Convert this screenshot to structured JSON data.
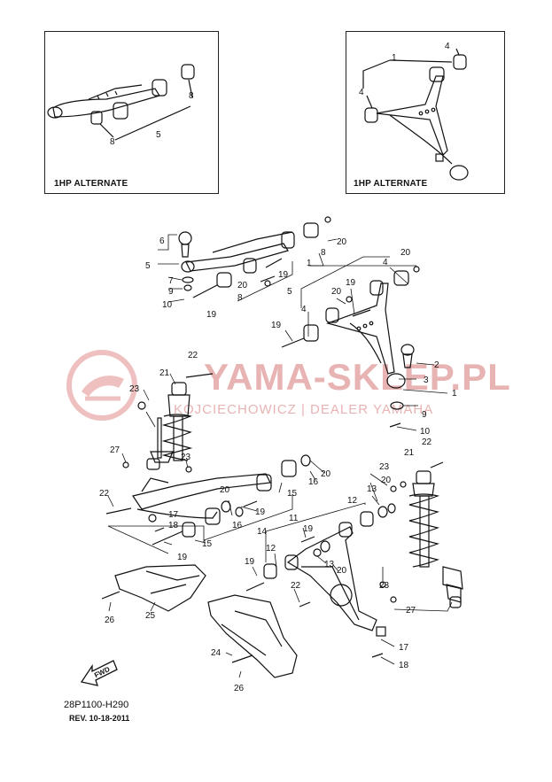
{
  "insets": [
    {
      "label": "1HP ALTERNATE",
      "callouts": [
        "8",
        "8",
        "5"
      ]
    },
    {
      "label": "1HP ALTERNATE",
      "callouts": [
        "1",
        "4",
        "4"
      ]
    }
  ],
  "callouts": {
    "n1": "1",
    "n2": "2",
    "n3": "3",
    "n4": "4",
    "n5": "5",
    "n6": "6",
    "n7": "7",
    "n8": "8",
    "n9": "9",
    "n10": "10",
    "n11": "11",
    "n12": "12",
    "n13": "13",
    "n14": "14",
    "n15": "15",
    "n16": "16",
    "n17": "17",
    "n18": "18",
    "n19": "19",
    "n20": "20",
    "n21": "21",
    "n22": "22",
    "n23": "23",
    "n24": "24",
    "n25": "25",
    "n26": "26",
    "n27": "27"
  },
  "watermark": {
    "brand": "YAMA-SKLEP.PL",
    "tagline": "KOJCIECHOWICZ | DEALER YAMAHA"
  },
  "fwd_label": "FWD",
  "footer": {
    "code": "28P1100-H290",
    "rev": "REV. 10-18-2011"
  }
}
